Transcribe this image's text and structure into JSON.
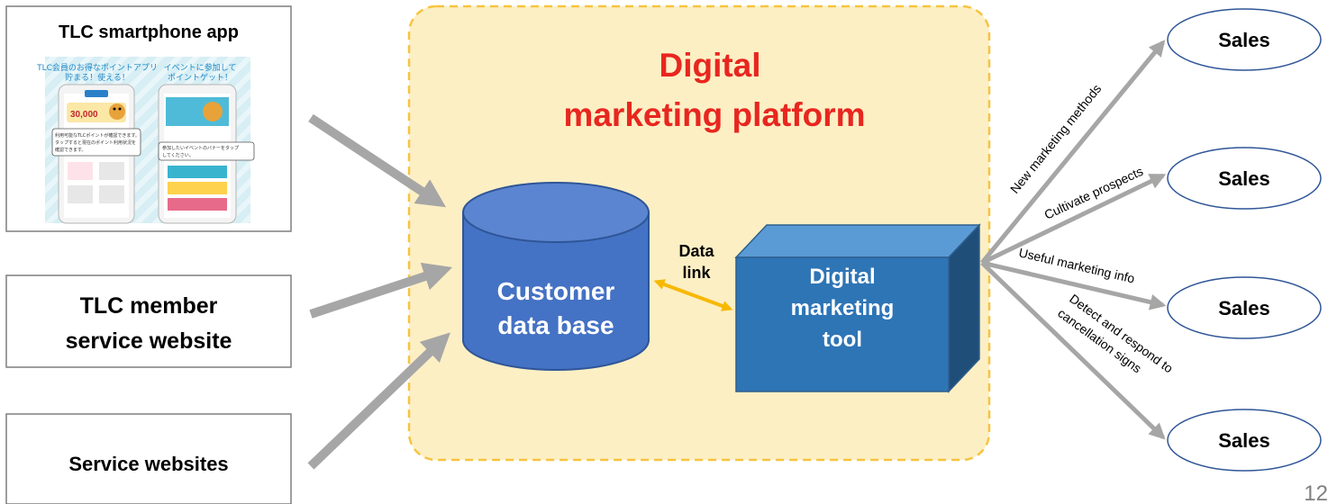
{
  "sources": {
    "app_label": "TLC smartphone app",
    "member_site_line1": "TLC member",
    "member_site_line2": "service website",
    "service_sites": "Service websites"
  },
  "app_screenshot": {
    "left_caption_line1": "TLC会員のお得なポイントアプリ",
    "left_caption_line2": "貯まる！使える！",
    "right_caption_line1": "イベントに参加して",
    "right_caption_line2": "ポイントゲット！",
    "points_value": "30,000",
    "left_note_line1": "利用可能なTLCポイントが確認できます。",
    "left_note_line2": "タップすると現在のポイント利用状況を",
    "left_note_line3": "確認できます。",
    "right_note_line1": "参加したいイベントのバナーをタップ",
    "right_note_line2": "してください。"
  },
  "platform": {
    "title_line1": "Digital",
    "title_line2": "marketing platform"
  },
  "database": {
    "line1": "Customer",
    "line2": "data base"
  },
  "data_link": {
    "line1": "Data",
    "line2": "link"
  },
  "tool": {
    "line1": "Digital",
    "line2": "marketing",
    "line3": "tool"
  },
  "outputs": [
    {
      "label": "New marketing methods",
      "target": "Sales"
    },
    {
      "label": "Cultivate prospects",
      "target": "Sales"
    },
    {
      "label": "Useful marketing info",
      "target": "Sales"
    },
    {
      "label_line1": "Detect and respond to",
      "label_line2": "cancellation signs",
      "target": "Sales"
    }
  ],
  "page_number": "12",
  "colors": {
    "platform_fill": "#fdefc4",
    "platform_border": "#f6c440",
    "title_red": "#e8261f",
    "db_blue": "#4472c4",
    "tool_front": "#2e75b6",
    "link_yellow": "#f7b800",
    "arrow_gray": "#a6a6a6",
    "oval_border": "#2f5597"
  }
}
